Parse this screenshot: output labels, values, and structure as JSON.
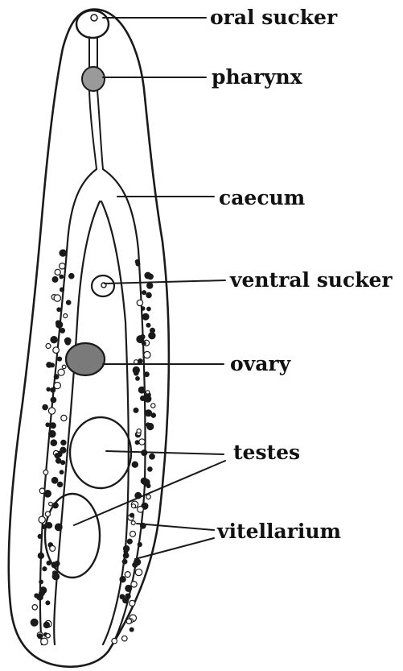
{
  "labels": {
    "oral_sucker": "oral sucker",
    "pharynx": "pharynx",
    "caecum": "caecum",
    "ventral_sucker": "ventral sucker",
    "ovary": "ovary",
    "testes": "testes",
    "vitellarium": "vitellarium"
  },
  "colors": {
    "ink": "#1a1a1a",
    "background": "#ffffff"
  }
}
